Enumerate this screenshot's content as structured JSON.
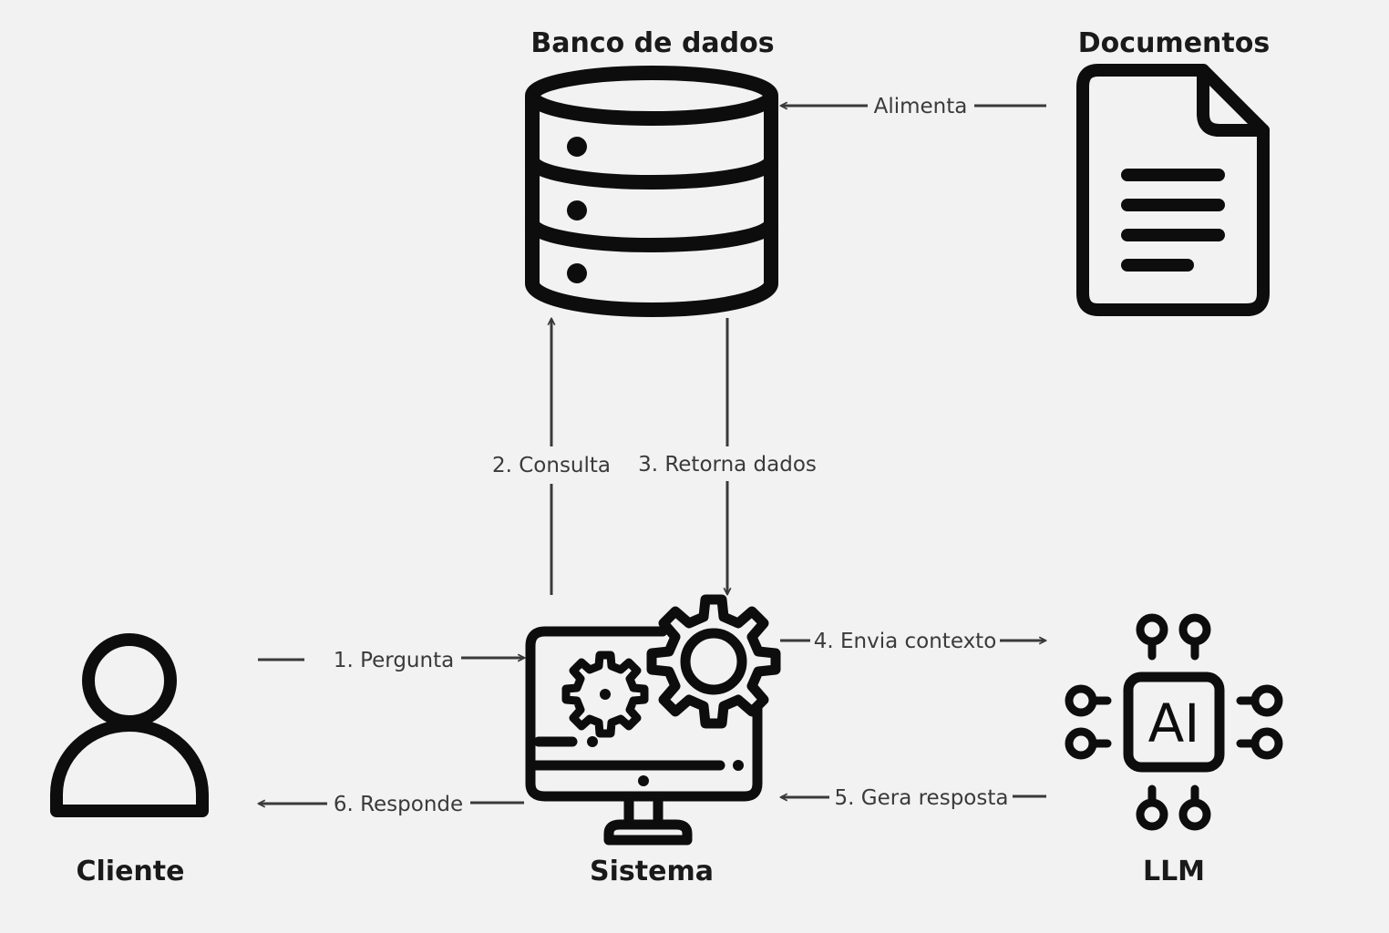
{
  "nodes": {
    "database": {
      "title": "Banco de dados",
      "icon": "database-icon"
    },
    "documents": {
      "title": "Documentos",
      "icon": "document-icon"
    },
    "client": {
      "title": "Cliente",
      "icon": "user-icon"
    },
    "system": {
      "title": "Sistema",
      "icon": "computer-gears-icon"
    },
    "llm": {
      "title": "LLM",
      "icon": "ai-chip-icon",
      "chip_text": "AI"
    }
  },
  "edges": {
    "feeds": "Alimenta",
    "ask": "1. Pergunta",
    "query": "2. Consulta",
    "return": "3. Retorna dados",
    "send_context": "4. Envia contexto",
    "generate": "5. Gera resposta",
    "respond": "6. Responde"
  },
  "colors": {
    "background": "#f2f2f2",
    "ink": "#0d0d0d",
    "edge": "#3a3a3a"
  }
}
